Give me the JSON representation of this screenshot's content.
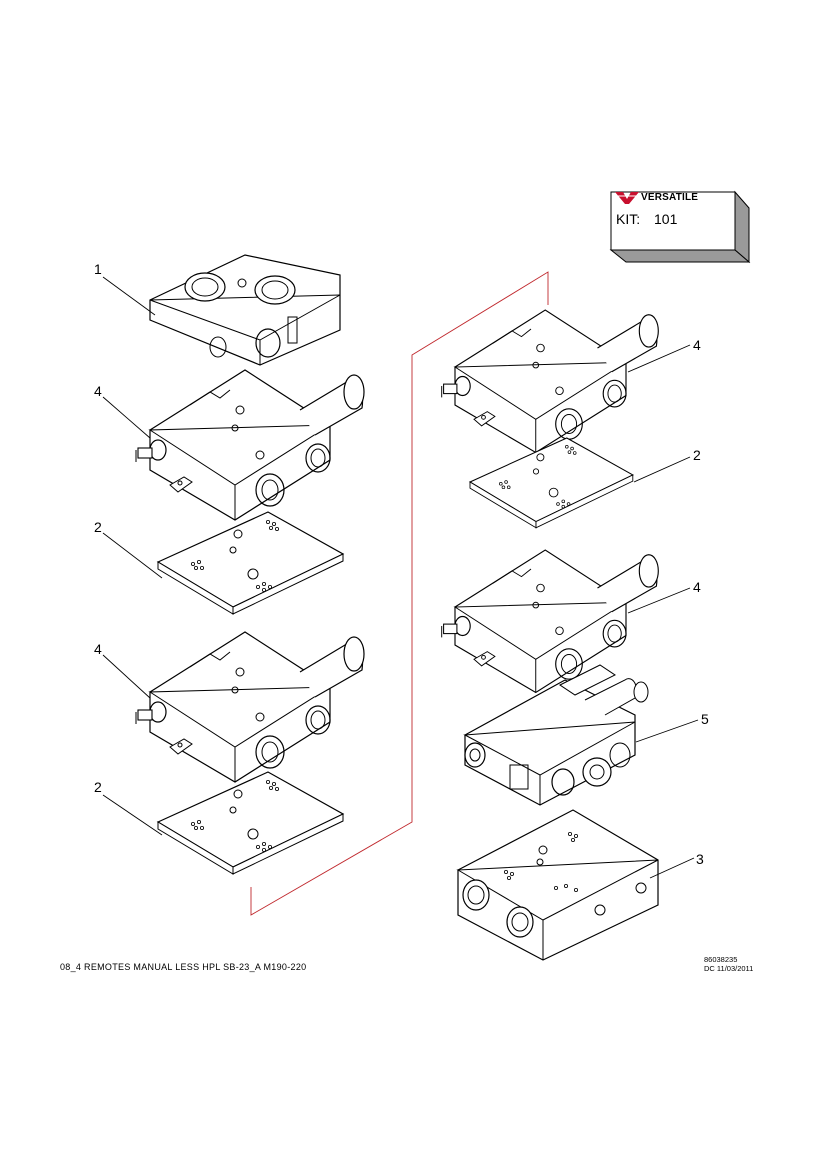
{
  "logo": {
    "brand": "VERSATILE",
    "kit_label": "KIT:",
    "kit_value": "101"
  },
  "callouts": [
    {
      "id": "callout-1",
      "label": "1"
    },
    {
      "id": "callout-4a",
      "label": "4"
    },
    {
      "id": "callout-2a",
      "label": "2"
    },
    {
      "id": "callout-4b",
      "label": "4"
    },
    {
      "id": "callout-2b",
      "label": "2"
    },
    {
      "id": "callout-4c",
      "label": "4"
    },
    {
      "id": "callout-2c",
      "label": "2"
    },
    {
      "id": "callout-4d",
      "label": "4"
    },
    {
      "id": "callout-5",
      "label": "5"
    },
    {
      "id": "callout-3",
      "label": "3"
    }
  ],
  "footer": {
    "title": "08_4 REMOTES MANUAL LESS HPL SB-23_A M190-220",
    "part_number": "86038235",
    "date_code": "DC 11/03/2011"
  },
  "colors": {
    "ink": "#000000",
    "leader_red": "#c0282d",
    "box_shadow": "#9a9a9a",
    "logo_red": "#c8102e"
  }
}
